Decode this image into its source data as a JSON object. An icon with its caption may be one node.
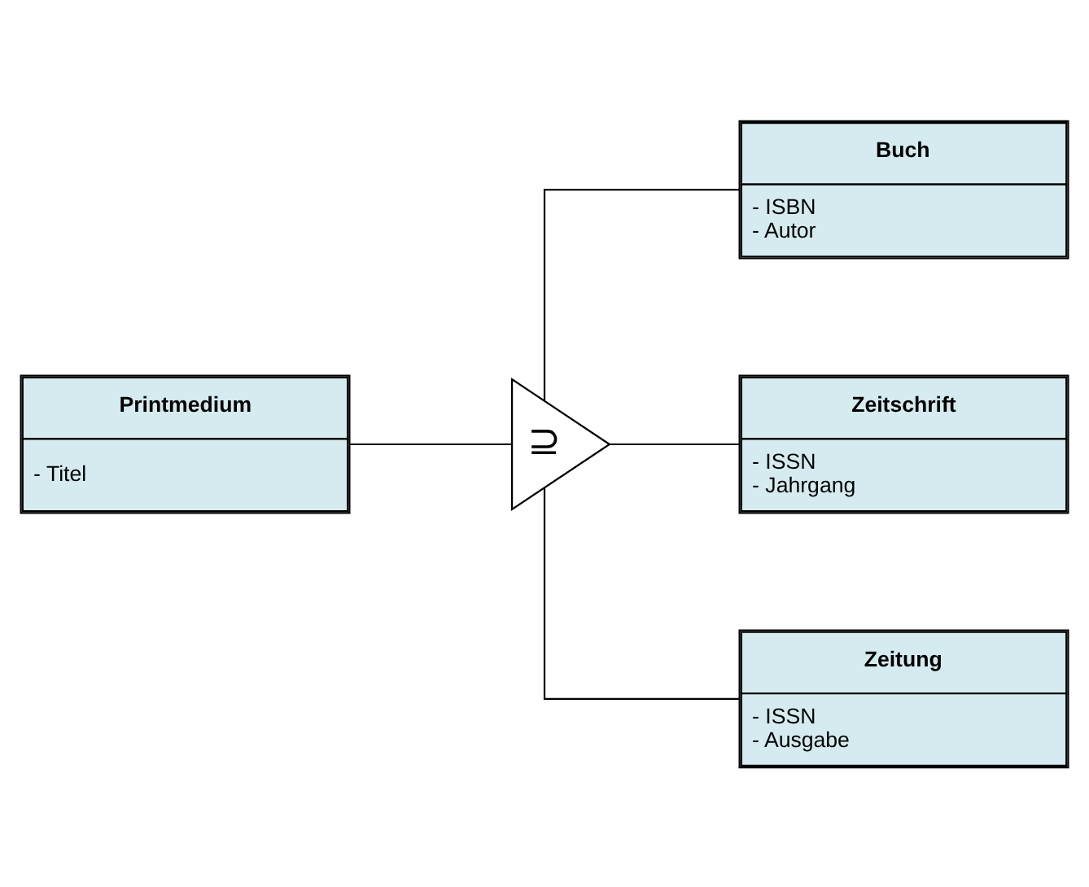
{
  "diagram": {
    "nodes": [
      {
        "text": [
          "Printmedium",
          "- Titel"
        ]
      },
      {
        "text": [
          "⊇"
        ]
      },
      {
        "text": [
          "Buch",
          "- ISBN",
          "- Autor"
        ]
      },
      {
        "text": [
          "Zeitschrift",
          "- ISSN",
          "- Jahrgang"
        ]
      },
      {
        "text": [
          "Zeitung",
          "- ISSN",
          "- Ausgabe"
        ]
      }
    ],
    "edges": [
      {
        "from": 0,
        "to": 1,
        "arrow": "none"
      },
      {
        "from": 1,
        "to": 2,
        "arrow": "none"
      },
      {
        "from": 1,
        "to": 3,
        "arrow": "none"
      },
      {
        "from": 1,
        "to": 4,
        "arrow": "none"
      }
    ]
  }
}
